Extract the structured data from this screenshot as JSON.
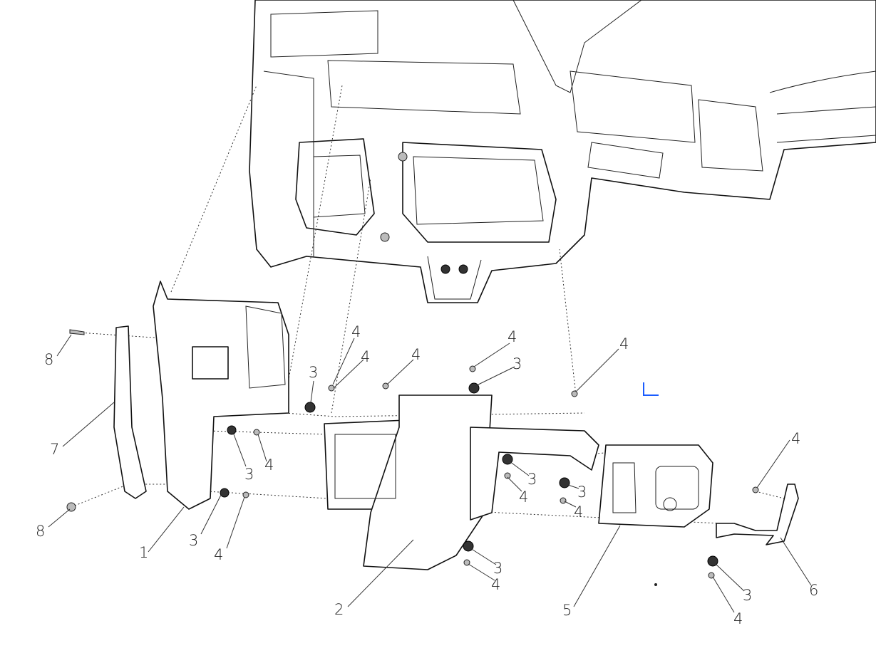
{
  "diagram": {
    "title": "Instrument panel lower trim exploded view",
    "callouts": [
      "8",
      "7",
      "8",
      "1",
      "3",
      "4",
      "3",
      "4",
      "3",
      "4",
      "4",
      "4",
      "4",
      "3",
      "4",
      "3",
      "4",
      "3",
      "4",
      "3",
      "4",
      "2",
      "5",
      "4",
      "3",
      "4",
      "6"
    ],
    "accent_color": "#1a5cff"
  }
}
